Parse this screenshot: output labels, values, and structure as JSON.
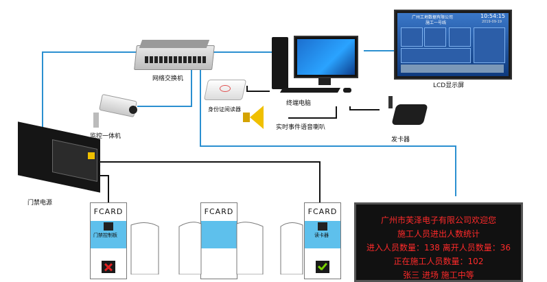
{
  "devices": {
    "switch": "网络交换机",
    "terminal": "终端电脑",
    "lcd": "LCD显示屏",
    "id_reader": "身份证阅读器",
    "speaker": "实时事件语音喇叭",
    "card_issuer": "发卡器",
    "camera": "监控一体机",
    "power": "门禁电源"
  },
  "lcd_screen": {
    "company": "广州工地数据有限公司",
    "site": "施工一号线",
    "time": "10:54:15",
    "date": "2019-09-19"
  },
  "gates": [
    {
      "brand": "FCARD",
      "module": "门禁控制板",
      "status": "x"
    },
    {
      "brand": "FCARD",
      "module": "",
      "status": ""
    },
    {
      "brand": "FCARD",
      "module": "读卡器",
      "status": "check"
    }
  ],
  "led_board": {
    "line1": "广州市芙泽电子有限公司欢迎您",
    "line2": "施工人员进出人数统计",
    "line3": "进入人员数量：138  离开人员数量：36",
    "line4": "正在施工人员数量：102",
    "line5": "张三  进场  施工中等"
  },
  "colors": {
    "network_line": "#2a8fd0",
    "wire_line": "#111111",
    "led_text": "#ff2a2a",
    "gate_band": "#5ec0ec"
  }
}
